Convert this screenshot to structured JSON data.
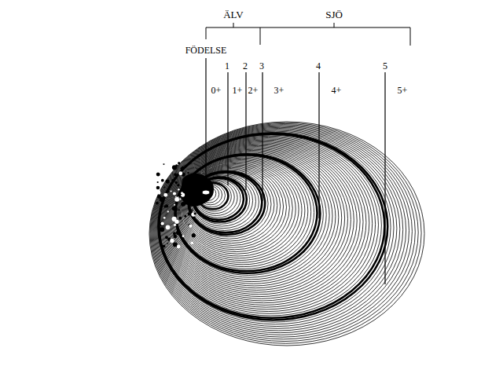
{
  "diagram": {
    "labels": [
      "ÄLV",
      "SJÖ",
      "FÖDELSE",
      "1",
      "2",
      "3",
      "4",
      "5",
      "0+",
      "1+",
      "2+",
      "3+",
      "4+",
      "5+"
    ]
  }
}
